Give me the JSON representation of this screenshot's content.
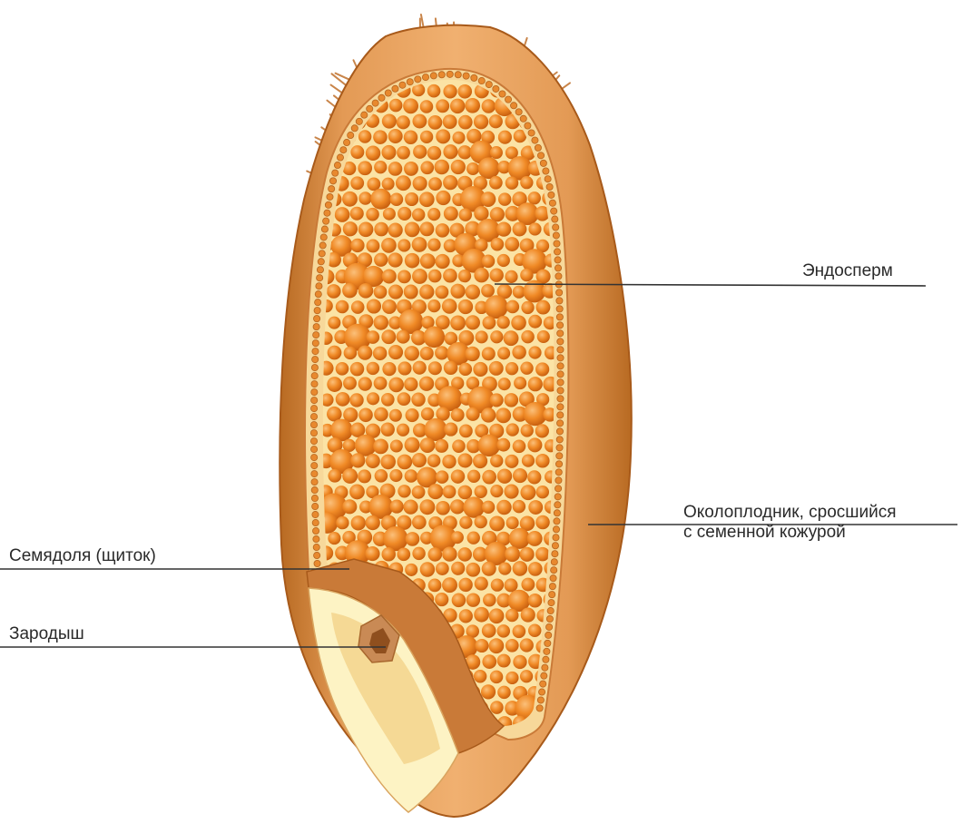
{
  "labels": {
    "endosperm": "Эндосперм",
    "pericarp_line1": "Околоплодник, сросшийся",
    "pericarp_line2": "с семенной кожурой",
    "cotyledon": "Семядоля (щиток)",
    "embryo": "Зародыш"
  },
  "colors": {
    "pericarp": "#d98c45",
    "pericarp_dark": "#b5651f",
    "endosperm_bg": "#fbe3a5",
    "starch_grain": "#f08a26",
    "starch_grain_dark": "#c9600f",
    "scutellum": "#c97a38",
    "embryo_light": "#fdf3c4",
    "embryo_core": "#c98a55",
    "leader_line": "#333333"
  }
}
